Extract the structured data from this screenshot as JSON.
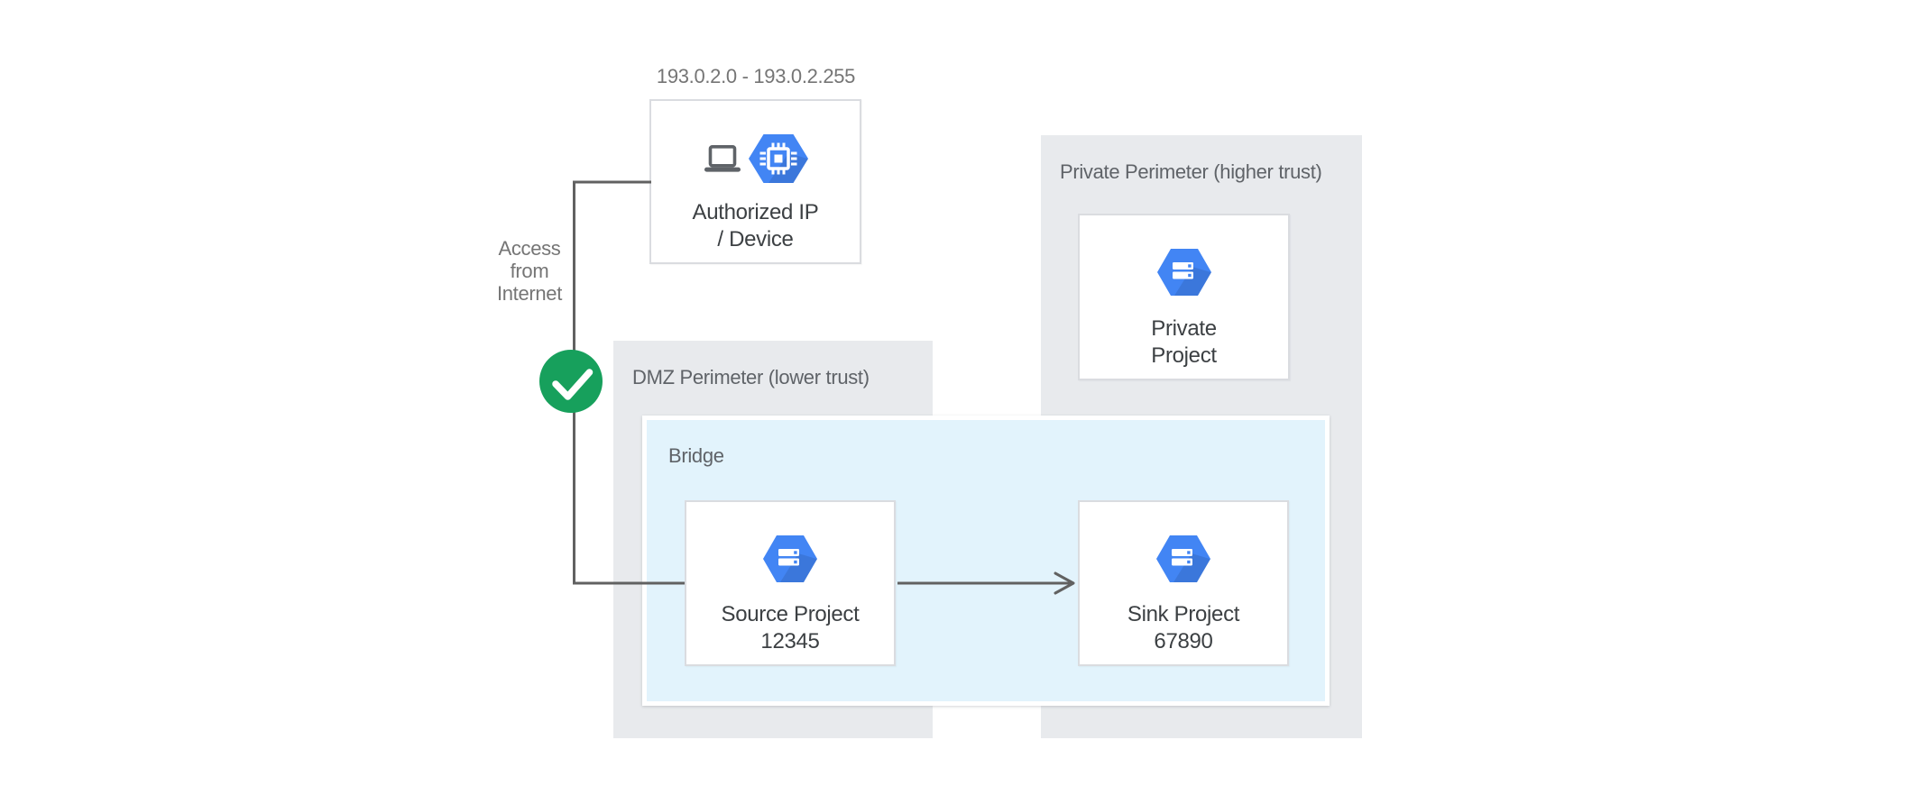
{
  "diagram": {
    "ip_range_label": "193.0.2.0 - 193.0.2.255",
    "access_label_lines": [
      "Access",
      "from",
      "Internet"
    ],
    "access_status_icon": "check-icon",
    "authorized_node": {
      "title_line1": "Authorized IP",
      "title_line2": "/ Device",
      "icons": [
        "laptop-icon",
        "compute-chip-hexagon-icon"
      ]
    },
    "dmz_perimeter": {
      "label": "DMZ Perimeter (lower trust)"
    },
    "private_perimeter": {
      "label": "Private Perimeter (higher trust)"
    },
    "bridge": {
      "label": "Bridge"
    },
    "source_node": {
      "title_line1": "Source Project",
      "title_line2": "12345",
      "icon": "project-hexagon-icon"
    },
    "sink_node": {
      "title_line1": "Sink Project",
      "title_line2": "67890",
      "icon": "project-hexagon-icon"
    },
    "private_node": {
      "title_line1": "Private",
      "title_line2": "Project",
      "icon": "project-hexagon-icon"
    }
  },
  "colors": {
    "hexagon_blue": "#4285F4",
    "perimeter_gray": "#E8EAED",
    "bridge_light_blue": "#E2F3FC",
    "check_green": "#17A05C",
    "connector_gray": "#616161",
    "annotation_gray": "#757575",
    "zone_label_gray": "#5F6368",
    "node_title_dark": "#3C4043",
    "node_border_gray": "#DADCE0",
    "icon_gray": "#5F6368",
    "white": "#FFFFFF"
  }
}
